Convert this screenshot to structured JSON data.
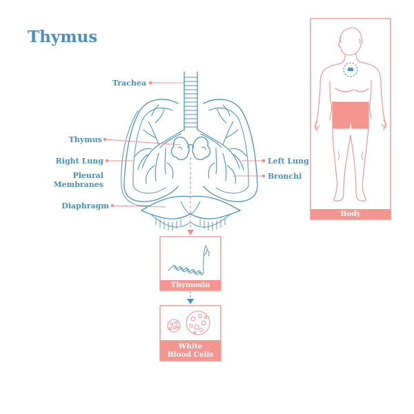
{
  "title": "Thymus",
  "labels": {
    "trachea": "Trachea",
    "thymus": "Thymus",
    "right_lung": "Right Lung",
    "pleural_membranes_1": "Pleural",
    "pleural_membranes_2": "Membranes",
    "diaphragm": "Diaphragm",
    "left_lung": "Left Lung",
    "bronchi": "Bronchi"
  },
  "panels": {
    "body": "Body",
    "thymosin": "Thymosin",
    "white_blood_cells_1": "White",
    "white_blood_cells_2": "Blood Cells"
  },
  "colors": {
    "blue": "#4a8fbf",
    "pink": "#f08c86",
    "pink_fill": "#f59590",
    "pink_light": "#fde0dc"
  }
}
